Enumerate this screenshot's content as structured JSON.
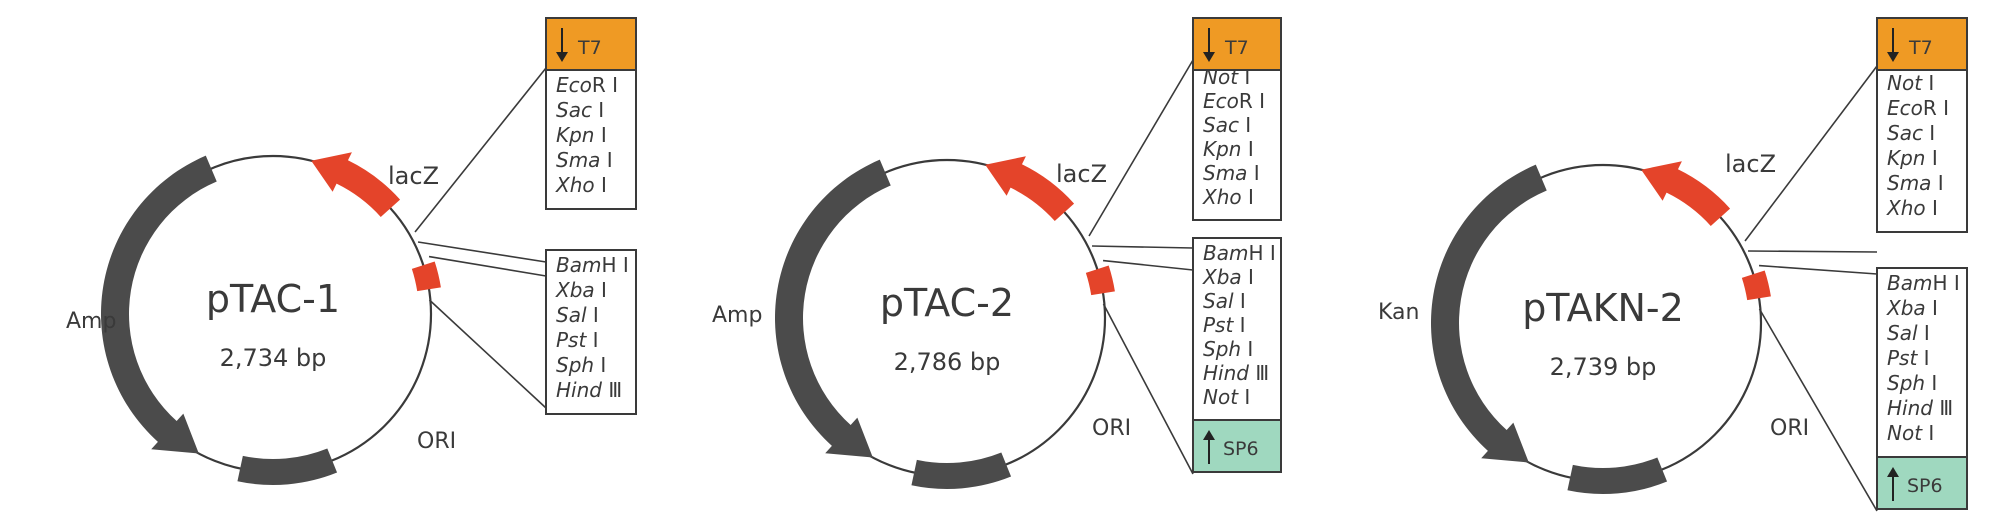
{
  "colors": {
    "backbone": "#3a3a3a",
    "marker": "#4b4b4b",
    "lacz": "#e4442a",
    "t7": "#ef9a24",
    "sp6": "#9fd8bf"
  },
  "plasmids": [
    {
      "name": "pTAC-1",
      "size": "2,734 bp",
      "marker": "Amp",
      "ori": "ORI",
      "lacz": "lacZ",
      "t7": "T7",
      "upper_sites": [
        {
          "name": "Eco",
          "suffix": "R I"
        },
        {
          "name": "Sac",
          "suffix": " I"
        },
        {
          "name": "Kpn",
          "suffix": " I"
        },
        {
          "name": "Sma",
          "suffix": " I"
        },
        {
          "name": "Xho",
          "suffix": " I"
        }
      ],
      "lower_sites": [
        {
          "name": "Bam",
          "suffix": "H I"
        },
        {
          "name": "Xba",
          "suffix": " I"
        },
        {
          "name": "Sal",
          "suffix": " I"
        },
        {
          "name": "Pst",
          "suffix": " I"
        },
        {
          "name": "Sph",
          "suffix": " I"
        },
        {
          "name": "Hind",
          "suffix": " Ⅲ"
        }
      ]
    },
    {
      "name": "pTAC-2",
      "size": "2,786 bp",
      "marker": "Amp",
      "ori": "ORI",
      "lacz": "lacZ",
      "t7": "T7",
      "sp6": "SP6",
      "upper_sites": [
        {
          "name": "Not",
          "suffix": " I"
        },
        {
          "name": "Eco",
          "suffix": "R I"
        },
        {
          "name": "Sac",
          "suffix": " I"
        },
        {
          "name": "Kpn",
          "suffix": " I"
        },
        {
          "name": "Sma",
          "suffix": " I"
        },
        {
          "name": "Xho",
          "suffix": " I"
        }
      ],
      "lower_sites": [
        {
          "name": "Bam",
          "suffix": "H I"
        },
        {
          "name": "Xba",
          "suffix": " I"
        },
        {
          "name": "Sal",
          "suffix": " I"
        },
        {
          "name": "Pst",
          "suffix": " I"
        },
        {
          "name": "Sph",
          "suffix": " I"
        },
        {
          "name": "Hind",
          "suffix": " Ⅲ"
        },
        {
          "name": "Not",
          "suffix": " I"
        }
      ]
    },
    {
      "name": "pTAKN-2",
      "size": "2,739 bp",
      "marker": "Kan",
      "ori": "ORI",
      "lacz": "lacZ",
      "t7": "T7",
      "sp6": "SP6",
      "upper_sites": [
        {
          "name": "Not",
          "suffix": " I"
        },
        {
          "name": "Eco",
          "suffix": "R I"
        },
        {
          "name": "Sac",
          "suffix": " I"
        },
        {
          "name": "Kpn",
          "suffix": " I"
        },
        {
          "name": "Sma",
          "suffix": " I"
        },
        {
          "name": "Xho",
          "suffix": " I"
        }
      ],
      "lower_sites": [
        {
          "name": "Bam",
          "suffix": "H I"
        },
        {
          "name": "Xba",
          "suffix": " I"
        },
        {
          "name": "Sal",
          "suffix": " I"
        },
        {
          "name": "Pst",
          "suffix": " I"
        },
        {
          "name": "Sph",
          "suffix": " I"
        },
        {
          "name": "Hind",
          "suffix": " Ⅲ"
        },
        {
          "name": "Not",
          "suffix": " I"
        }
      ]
    }
  ]
}
